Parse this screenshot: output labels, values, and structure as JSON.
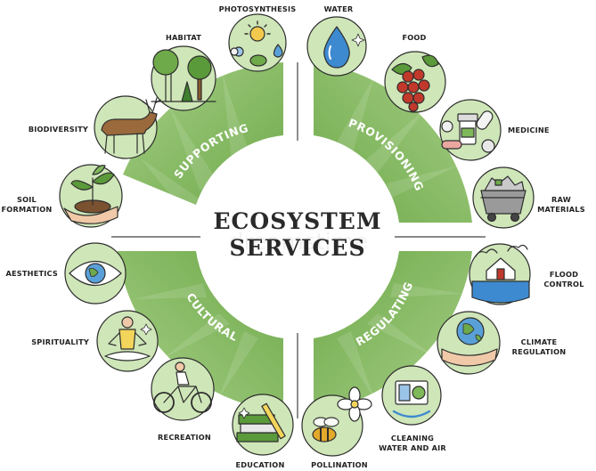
{
  "title": {
    "line1": "ECOSYSTEM",
    "line2": "SERVICES"
  },
  "watermark": "dreamstime",
  "categories": {
    "supporting": "SUPPORTING",
    "provisioning": "PROVISIONING",
    "cultural": "CULTURAL",
    "regulating": "REGULATING"
  },
  "services": {
    "photosynthesis": "PHOTOSYNTHESIS",
    "habitat": "HABITAT",
    "biodiversity": "BIODIVERSITY",
    "soil_1": "SOIL",
    "soil_2": "FORMATION",
    "water": "WATER",
    "food": "FOOD",
    "medicine": "MEDICINE",
    "raw_1": "RAW",
    "raw_2": "MATERIALS",
    "aesthetics": "AESTHETICS",
    "spirituality": "SPIRITUALITY",
    "recreation": "RECREATION",
    "education": "EDUCATION",
    "pollination": "POLLINATION",
    "flood_1": "FLOOD",
    "flood_2": "CONTROL",
    "climate_1": "CLIMATE",
    "climate_2": "REGULATION",
    "cleaning_1": "CLEANING",
    "cleaning_2": "WATER AND AIR"
  },
  "colors": {
    "green_dark": "#5b9a3a",
    "green_mid": "#7fb85a",
    "green_light": "#a8d18a",
    "circle_bg": "#cfe6b8",
    "outline": "#2d2d2d"
  }
}
